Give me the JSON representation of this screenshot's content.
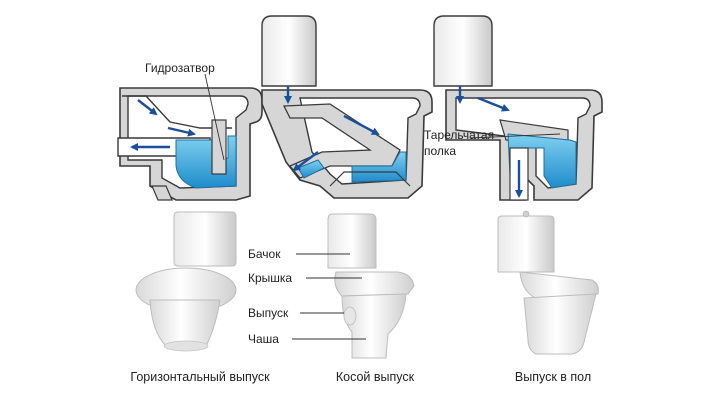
{
  "labels": {
    "water_seal": "Гидрозатвор",
    "shelf_line1": "Тарельчатая",
    "shelf_line2": "полка",
    "tank": "Бачок",
    "lid": "Крышка",
    "outlet": "Выпуск",
    "bowl": "Чаша"
  },
  "captions": {
    "horizontal": "Горизонтальный выпуск",
    "oblique": "Косой выпуск",
    "floor": "Выпуск в пол"
  },
  "colors": {
    "outline": "#3a3a3a",
    "wall_fill": "#d6d6d6",
    "water": "#3aa3d8",
    "arrow": "#1a4f9c",
    "porcelain": "#f4f4f4"
  }
}
